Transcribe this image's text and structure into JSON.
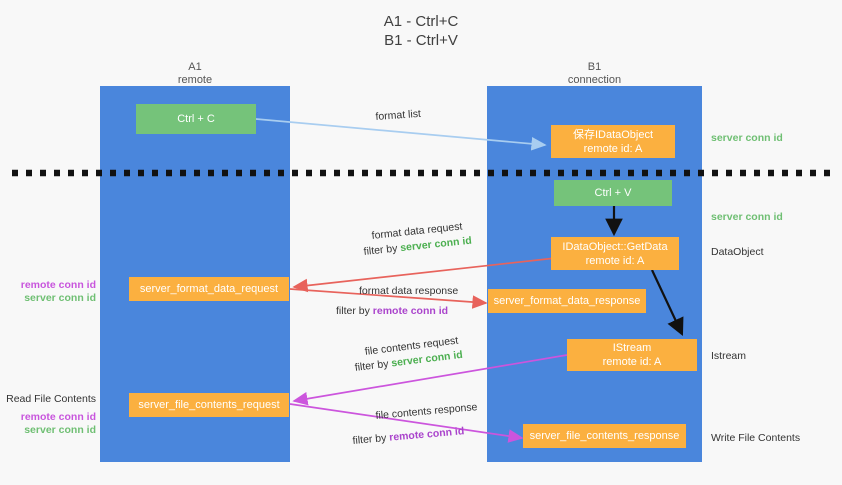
{
  "diagram": {
    "title_line1": "A1 - Ctrl+C",
    "title_line2": "B1 - Ctrl+V",
    "colors": {
      "lane": "#4a86dc",
      "node_orange": "#fbb040",
      "node_green": "#75c37a",
      "server_conn_id": "#6fbf73",
      "remote_conn_id": "#c855dd",
      "arrow_blue": "#a8cdf0",
      "arrow_red": "#e8635c",
      "arrow_magenta": "#cc55dd",
      "arrow_black": "#111111",
      "background": "#f8f8f8"
    },
    "lanes": [
      {
        "id": "a1",
        "name": "A1",
        "sub": "remote"
      },
      {
        "id": "b1",
        "name": "B1",
        "sub": "connection"
      }
    ],
    "nodes": [
      {
        "id": "ctrl-c",
        "line1": "Ctrl + C",
        "line2": ""
      },
      {
        "id": "save-idataobject",
        "line1": "保存IDataObject",
        "line2": "remote id: A"
      },
      {
        "id": "ctrl-v",
        "line1": "Ctrl + V",
        "line2": ""
      },
      {
        "id": "idataobject-getdata",
        "line1": "IDataObject::GetData",
        "line2": "remote id: A"
      },
      {
        "id": "server-format-data-request",
        "line1": "server_format_data_request",
        "line2": ""
      },
      {
        "id": "server-format-data-response",
        "line1": "server_format_data_response",
        "line2": ""
      },
      {
        "id": "istream",
        "line1": "IStream",
        "line2": "remote id: A"
      },
      {
        "id": "server-file-contents-request",
        "line1": "server_file_contents_request",
        "line2": ""
      },
      {
        "id": "server-file-contents-response",
        "line1": "server_file_contents_response",
        "line2": ""
      }
    ],
    "edge_labels": {
      "format_list": "format list",
      "format_data_request": "format data request",
      "format_data_request_filter_prefix": "filter by ",
      "format_data_request_filter_value": "server conn id",
      "format_data_response": "format data response",
      "format_data_response_filter_prefix": "filter by ",
      "format_data_response_filter_value": "remote conn id",
      "file_contents_request": "file contents request",
      "file_contents_request_filter_prefix": "filter by ",
      "file_contents_request_filter_value": "server conn id",
      "file_contents_response": "file contents response",
      "file_contents_response_filter_prefix": "filter by ",
      "file_contents_response_filter_value": "remote conn id"
    },
    "left_annotations": {
      "mid_remote": "remote conn id",
      "mid_server": "server conn id",
      "read_file_contents": "Read File Contents",
      "low_remote": "remote conn id",
      "low_server": "server conn id"
    },
    "right_annotations": {
      "server_conn_id_top": "server conn id",
      "server_conn_id_mid": "server conn id",
      "dataobject": "DataObject",
      "istream": "Istream",
      "write_file_contents": "Write File Contents"
    }
  }
}
